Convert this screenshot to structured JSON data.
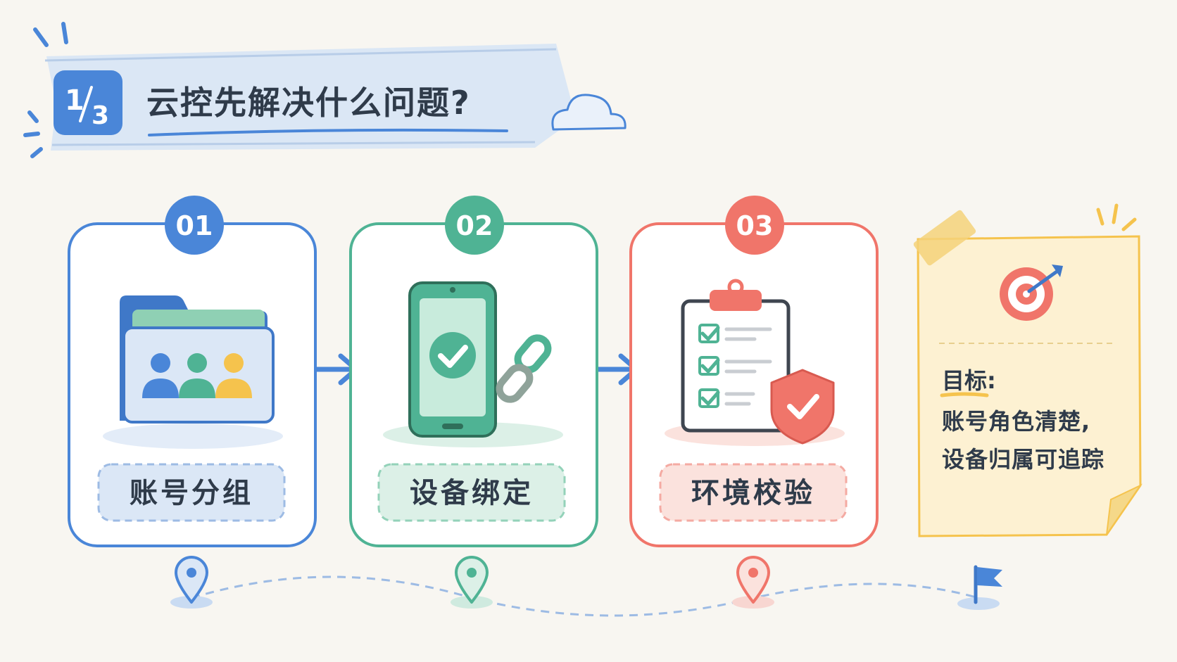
{
  "banner": {
    "badge_num": "1",
    "badge_den": "3",
    "title": "云控先解决什么问题?"
  },
  "steps": [
    {
      "number": "01",
      "label": "账号分组",
      "color": "#4a86d8",
      "icon": "folder-users-icon"
    },
    {
      "number": "02",
      "label": "设备绑定",
      "color": "#4fb394",
      "icon": "phone-link-icon"
    },
    {
      "number": "03",
      "label": "环境校验",
      "color": "#f0756a",
      "icon": "clipboard-shield-icon"
    }
  ],
  "goal": {
    "icon": "target-icon",
    "title": "目标:",
    "lines": [
      "账号角色清楚,",
      "设备归属可追踪"
    ],
    "color": "#f5c34d"
  },
  "path": {
    "pins": [
      "location-pin-icon",
      "location-pin-icon",
      "location-pin-icon"
    ],
    "end": "flag-icon"
  }
}
